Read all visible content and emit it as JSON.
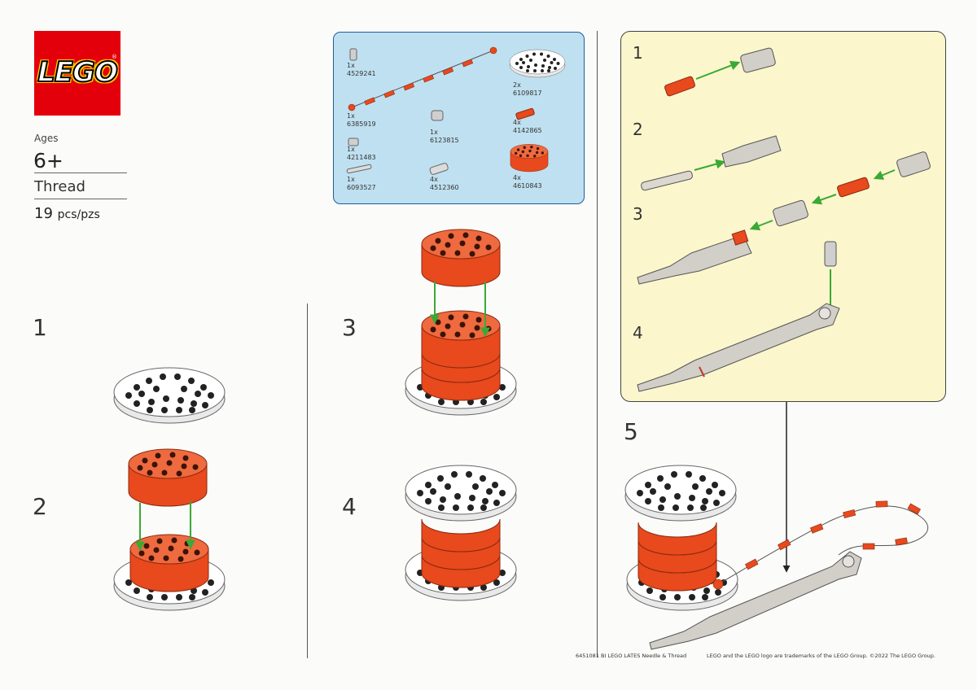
{
  "brand": {
    "logo": "LEGO"
  },
  "info": {
    "ages_label": "Ages",
    "ages_value": "6+",
    "set_name": "Thread",
    "pieces_count": "19",
    "pieces_unit": "pcs/pzs"
  },
  "steps": [
    "1",
    "2",
    "3",
    "4",
    "5"
  ],
  "substeps": [
    "1",
    "2",
    "3",
    "4"
  ],
  "parts": [
    {
      "qty": "1x",
      "id": "4529241"
    },
    {
      "qty": "1x",
      "id": "6385919"
    },
    {
      "qty": "1x",
      "id": "4211483"
    },
    {
      "qty": "1x",
      "id": "6093527"
    },
    {
      "qty": "1x",
      "id": "6123815"
    },
    {
      "qty": "4x",
      "id": "4512360"
    },
    {
      "qty": "2x",
      "id": "6109817"
    },
    {
      "qty": "4x",
      "id": "4142865"
    },
    {
      "qty": "4x",
      "id": "4610843"
    }
  ],
  "footer": {
    "product": "6451081 BI LEGO LATES Needle & Thread",
    "trademark": "LEGO and the LEGO logo are trademarks of the LEGO Group. ©2022 The LEGO Group."
  },
  "colors": {
    "brick_red": "#e8491d",
    "plate_white": "#ffffff",
    "arrow_green": "#3aa935",
    "parts_bg": "#bfe0f0",
    "subpanel_bg": "#fbf6cc",
    "logo_red": "#e3000b"
  }
}
